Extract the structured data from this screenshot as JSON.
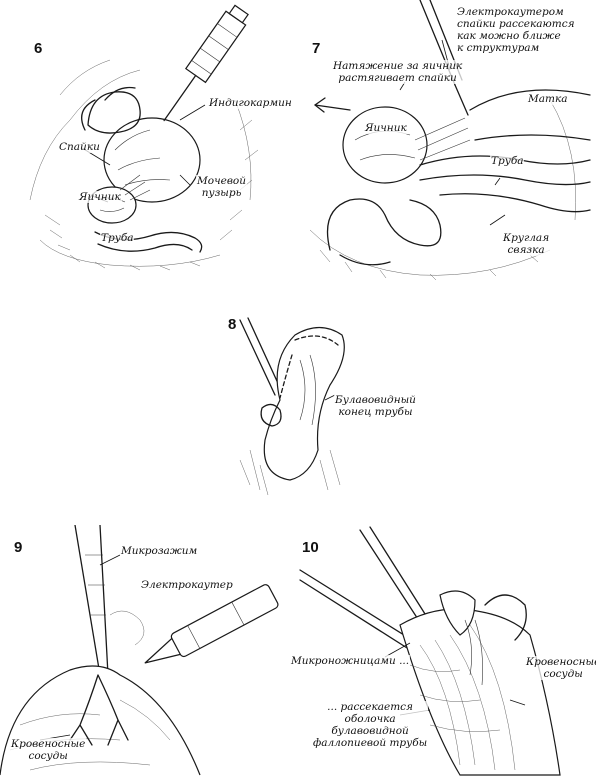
{
  "panels": {
    "p6": {
      "number": "6",
      "labels": {
        "indigo": "Индигокармин",
        "adhesions": "Спайки",
        "ovary": "Яичник",
        "tube": "Труба",
        "bladder_1": "Мочевой",
        "bladder_2": "пузырь"
      }
    },
    "p7": {
      "number": "7",
      "labels": {
        "cautery_1": "Электрокаутером",
        "cautery_2": "спайки рассекаются",
        "cautery_3": "как можно ближе",
        "cautery_4": "к структурам",
        "traction_1": "Натяжение за яичник",
        "traction_2": "растягивает спайки",
        "uterus": "Матка",
        "ovary": "Яичник",
        "tube": "Труба",
        "ligament_1": "Круглая",
        "ligament_2": "связка"
      }
    },
    "p8": {
      "number": "8",
      "labels": {
        "club_1": "Булавовидный",
        "club_2": "конец трубы"
      }
    },
    "p9": {
      "number": "9",
      "labels": {
        "microclamp": "Микрозажим",
        "electrocautery": "Электрокаутер",
        "vessels_1": "Кровеносные",
        "vessels_2": "сосуды"
      }
    },
    "p10": {
      "number": "10",
      "labels": {
        "microscissors": "Микроножницами ...",
        "vessels_1": "Кровеносные",
        "vessels_2": "сосуды",
        "dissect_1": "... рассекается",
        "dissect_2": "оболочка",
        "dissect_3": "булавовидной",
        "dissect_4": "фаллопиевой трубы"
      }
    }
  }
}
